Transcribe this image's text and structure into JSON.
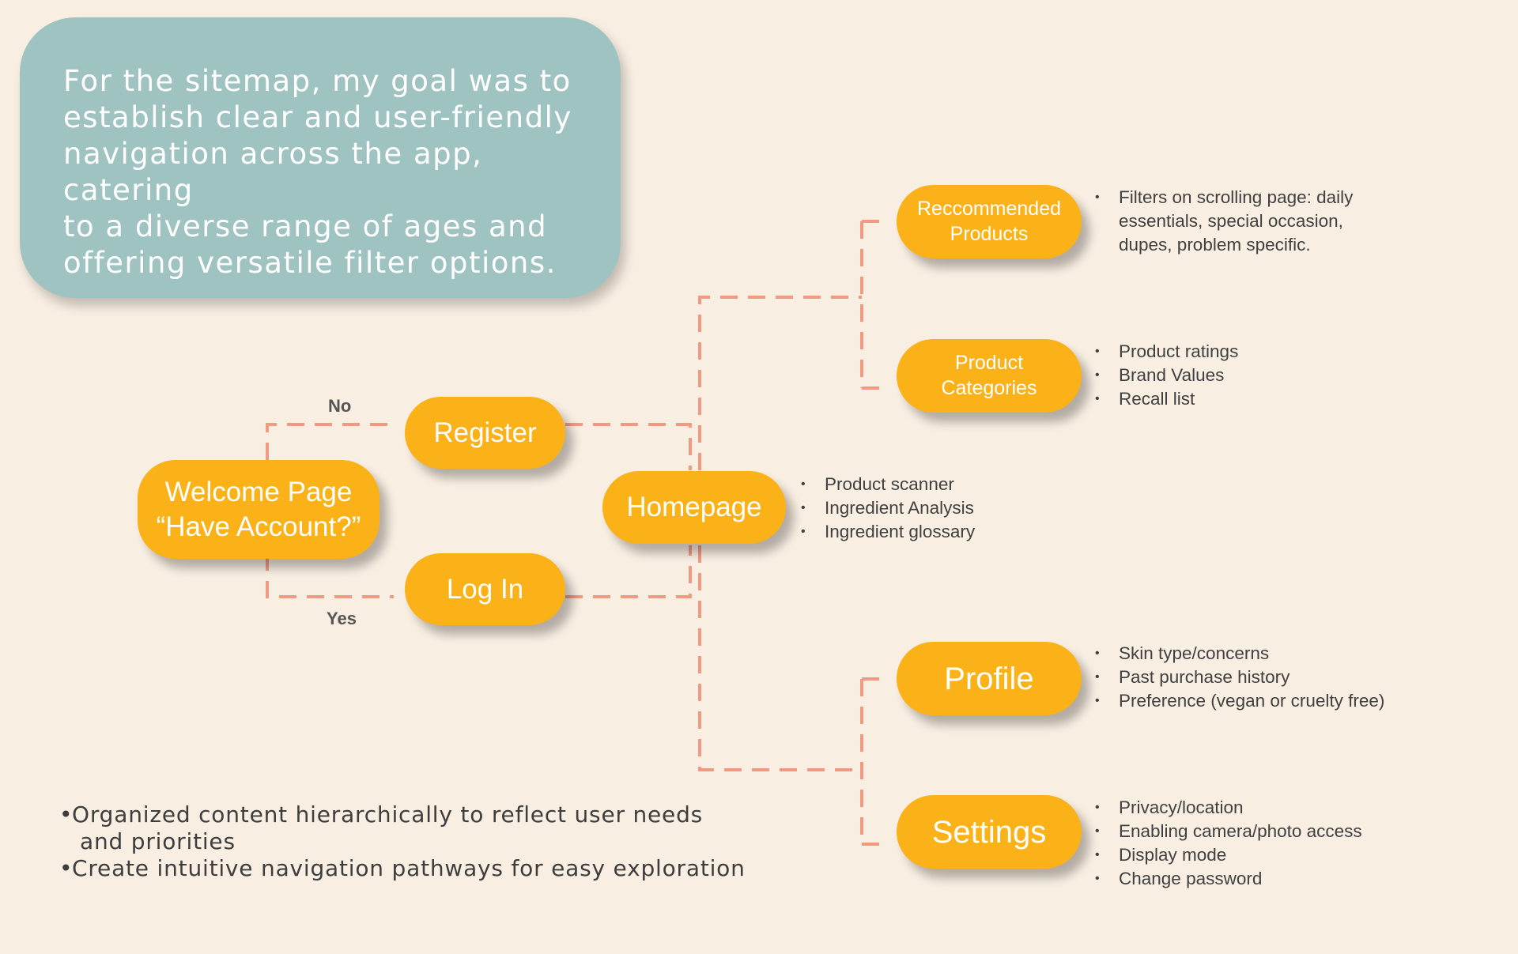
{
  "intro": {
    "lines": [
      "For the sitemap, my goal was to",
      "establish clear and user-friendly",
      "navigation across the app, catering",
      "to a diverse range of ages and",
      "offering versatile filter options."
    ]
  },
  "nodes": {
    "welcome": {
      "line1": "Welcome Page",
      "line2": "“Have Account?”"
    },
    "register": {
      "label": "Register"
    },
    "login": {
      "label": "Log In"
    },
    "homepage": {
      "label": "Homepage"
    },
    "recommended": {
      "line1": "Reccommended",
      "line2": "Products"
    },
    "categories": {
      "line1": "Product",
      "line2": "Categories"
    },
    "profile": {
      "label": "Profile"
    },
    "settings": {
      "label": "Settings"
    }
  },
  "branch_labels": {
    "no": "No",
    "yes": "Yes"
  },
  "details": {
    "homepage": [
      "Product scanner",
      "Ingredient Analysis",
      "Ingredient glossary"
    ],
    "recommended": [
      "Filters on scrolling page: daily",
      "essentials, special occasion,",
      "dupes, problem specific."
    ],
    "categories": [
      "Product ratings",
      "Brand Values",
      "Recall list"
    ],
    "profile": [
      "Skin type/concerns",
      "Past purchase history",
      "Preference (vegan or cruelty free)"
    ],
    "settings": [
      "Privacy/location",
      "Enabling camera/photo access",
      "Display mode",
      "Change password"
    ]
  },
  "notes": {
    "note1_line1": "Organized content hierarchically to reflect user needs",
    "note1_line2": "and priorities",
    "note2": "Create intuitive navigation pathways for easy exploration"
  },
  "colors": {
    "background": "#f8eee2",
    "card": "#9fc3c1",
    "node": "#fbb118",
    "connector": "#f09a82",
    "text": "#404040"
  }
}
